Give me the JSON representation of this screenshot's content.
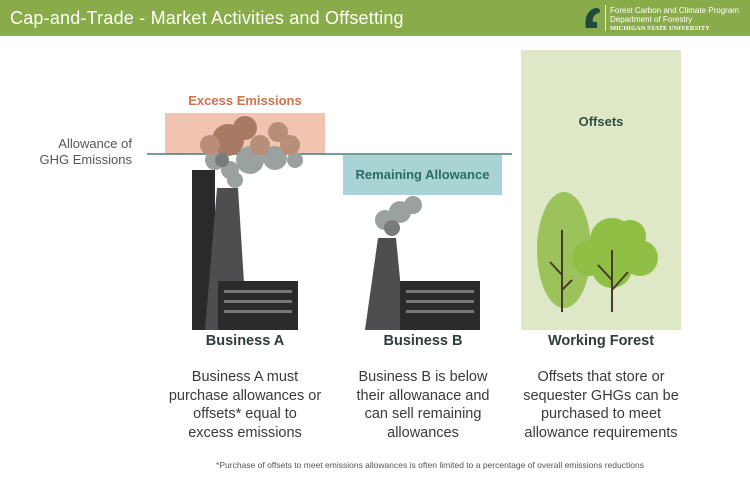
{
  "header": {
    "title": "Cap-and-Trade - Market Activities and Offsetting",
    "logo": {
      "line1": "Forest Carbon and Climate Program",
      "line2": "Department of Forestry",
      "line3": "MICHIGAN STATE UNIVERSITY",
      "icon": "spartan-helmet-icon"
    }
  },
  "allowance_label": [
    "Allowance of",
    "GHG Emissions"
  ],
  "boxes": {
    "excess": "Excess Emissions",
    "remaining": "Remaining Allowance",
    "offsets": "Offsets"
  },
  "columns": [
    {
      "name": "Business A",
      "desc": [
        "Business A must",
        "purchase allowances or",
        "offsets* equal to",
        "excess emissions"
      ]
    },
    {
      "name": "Business B",
      "desc": [
        "Business B is below",
        "their allowanace and",
        "can sell remaining",
        "allowances"
      ]
    },
    {
      "name": "Working Forest",
      "desc": [
        "Offsets that store or",
        "sequester GHGs can be",
        "purchased to meet",
        "allowance requirements"
      ]
    }
  ],
  "footnote": "*Purchase of offsets to meet emissions allowances is often limited to a percentage of overall emissions reductions",
  "colors": {
    "header": "#8aab4a",
    "excess": "#f0c4b0",
    "remaining": "#a8d5d3",
    "offsets": "#dfe8c6"
  }
}
